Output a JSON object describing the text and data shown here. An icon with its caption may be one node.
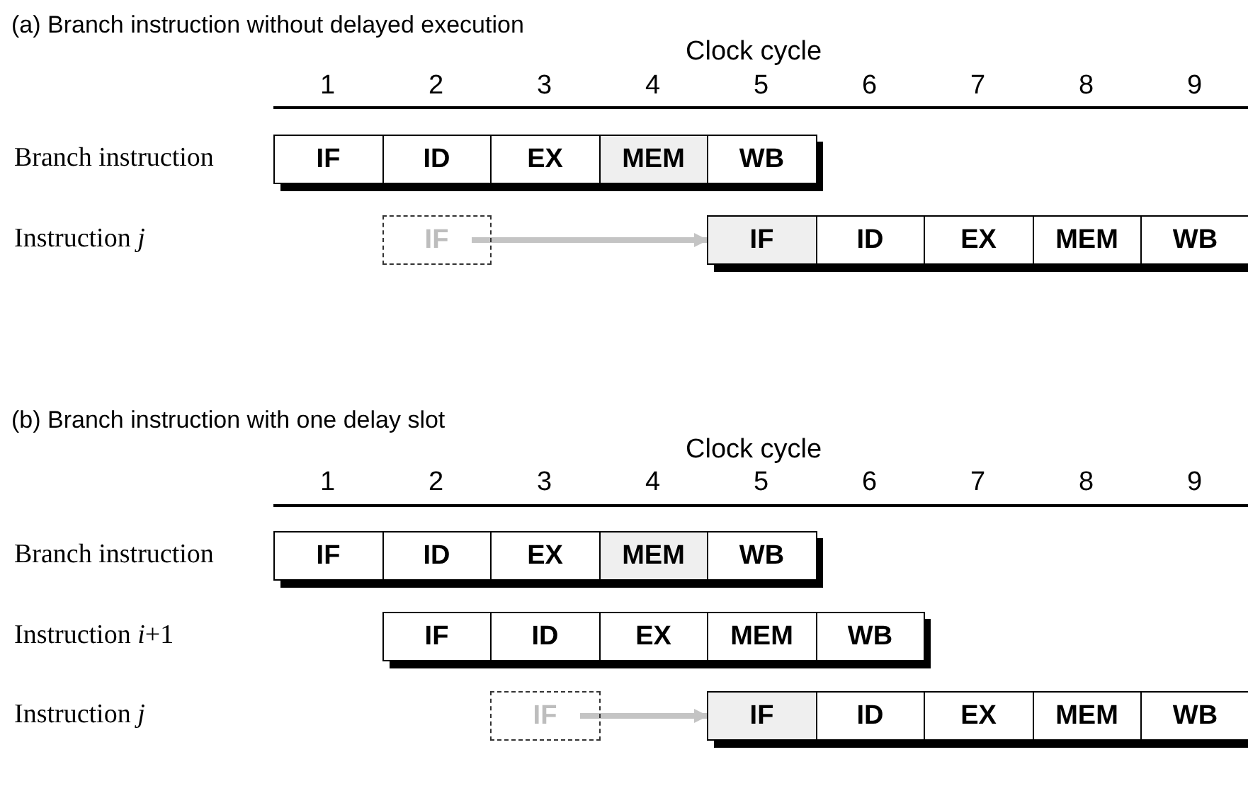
{
  "diagram": {
    "nodes": [
      {
        "text": [
          "IF"
        ]
      },
      {
        "text": [
          "ID"
        ]
      },
      {
        "text": [
          "EX"
        ]
      },
      {
        "text": [
          "MEM"
        ]
      },
      {
        "text": [
          "WB"
        ]
      },
      {
        "text": [
          "IF"
        ]
      },
      {
        "text": [
          "IF"
        ]
      },
      {
        "text": [
          "ID"
        ]
      },
      {
        "text": [
          "EX"
        ]
      },
      {
        "text": [
          "MEM"
        ]
      },
      {
        "text": [
          "WB"
        ]
      },
      {
        "text": [
          "IF"
        ]
      },
      {
        "text": [
          "ID"
        ]
      },
      {
        "text": [
          "EX"
        ]
      },
      {
        "text": [
          "MEM"
        ]
      },
      {
        "text": [
          "WB"
        ]
      },
      {
        "text": [
          "IF"
        ]
      },
      {
        "text": [
          "ID"
        ]
      },
      {
        "text": [
          "EX"
        ]
      },
      {
        "text": [
          "MEM"
        ]
      },
      {
        "text": [
          "WB"
        ]
      },
      {
        "text": [
          "IF"
        ]
      },
      {
        "text": [
          "IF"
        ]
      },
      {
        "text": [
          "ID"
        ]
      },
      {
        "text": [
          "EX"
        ]
      },
      {
        "text": [
          "MEM"
        ]
      },
      {
        "text": [
          "WB"
        ]
      }
    ],
    "edges": [
      {
        "from": 5,
        "to": 6,
        "arrow": "to"
      },
      {
        "from": 21,
        "to": 22,
        "arrow": "to"
      }
    ],
    "labels": [
      "(a)  Branch instruction without delayed execution",
      "Clock cycle",
      "1",
      "2",
      "3",
      "4",
      "5",
      "6",
      "7",
      "8",
      "9",
      "Branch instruction",
      "Instruction *j*",
      "(b)  Branch instruction with one delay slot",
      "Clock cycle",
      "1",
      "2",
      "3",
      "4",
      "5",
      "6",
      "7",
      "8",
      "9",
      "Branch instruction",
      "Instruction *i*+1",
      "Instruction *j*"
    ]
  }
}
